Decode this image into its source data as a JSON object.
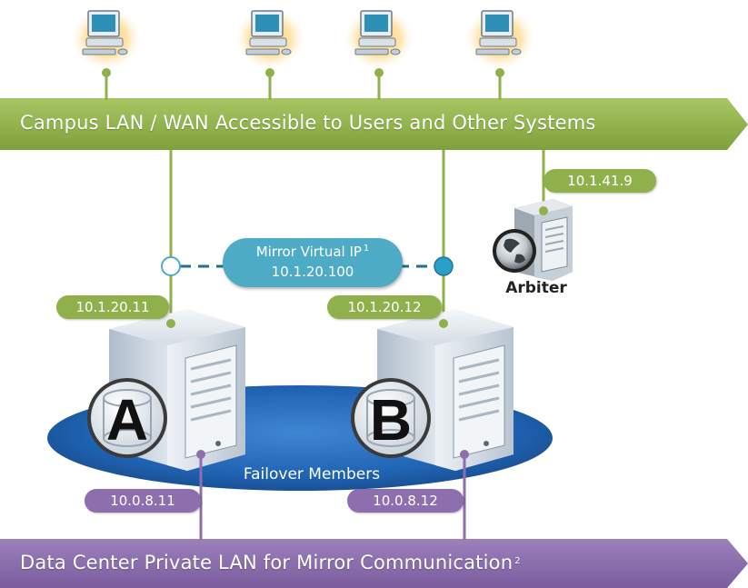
{
  "colors": {
    "green": "#8fb04b",
    "purple": "#8d6fae",
    "teal": "#4dabc5",
    "blue_ellipse": "#1d5aa6",
    "server_gray": "#c9d3dc"
  },
  "top_banner": {
    "text": "Campus LAN / WAN Accessible to Users and Other Systems",
    "color": "#8fb04b"
  },
  "bottom_banner": {
    "text": "Data Center Private LAN for Mirror Communication",
    "footnote": "2",
    "color": "#8d6fae"
  },
  "workstations": [
    {
      "icon": "computer-icon"
    },
    {
      "icon": "computer-icon"
    },
    {
      "icon": "computer-icon"
    },
    {
      "icon": "computer-icon"
    }
  ],
  "mirror_virtual_ip": {
    "label": "Mirror Virtual IP",
    "footnote": "1",
    "address": "10.1.20.100"
  },
  "arbiter": {
    "label": "Arbiter",
    "ip": "10.1.41.9",
    "icon": "globe-server-icon"
  },
  "failover": {
    "label": "Failover Members",
    "members": [
      {
        "letter": "A",
        "campus_ip": "10.1.20.11",
        "private_ip": "10.0.8.11",
        "icon": "database-server-icon"
      },
      {
        "letter": "B",
        "campus_ip": "10.1.20.12",
        "private_ip": "10.0.8.12",
        "icon": "database-server-icon"
      }
    ]
  }
}
